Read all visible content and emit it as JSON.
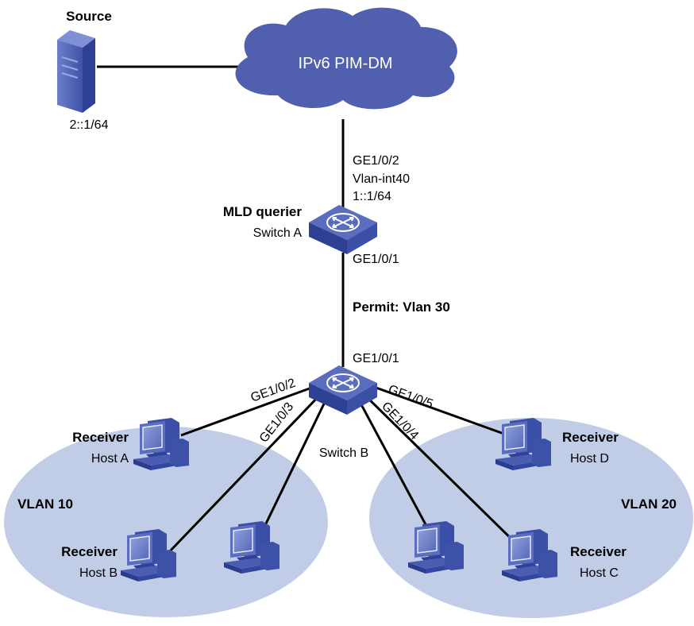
{
  "colors": {
    "cloud": "#5160AE",
    "vlan_area": "#C1CDE6",
    "device_blue": "#3B4EA8",
    "link": "#000000"
  },
  "source": {
    "title": "Source",
    "address": "2::1/64",
    "icon": "server-icon"
  },
  "cloud": {
    "label": "IPv6 PIM-DM",
    "icon": "cloud-icon"
  },
  "switch_a": {
    "role": "MLD querier",
    "name": "Switch A",
    "icon": "switch-icon",
    "uplink_port": "GE1/0/2",
    "uplink_vlan": "Vlan-int40",
    "uplink_address": "1::1/64",
    "downlink_port": "GE1/0/1"
  },
  "trunk_label": "Permit: Vlan 30",
  "switch_b": {
    "name": "Switch B",
    "icon": "switch-icon",
    "uplink_port": "GE1/0/1",
    "ports": [
      "GE1/0/2",
      "GE1/0/3",
      "GE1/0/4",
      "GE1/0/5"
    ]
  },
  "vlans": [
    {
      "label": "VLAN 10"
    },
    {
      "label": "VLAN 20"
    }
  ],
  "hosts": [
    {
      "role": "Receiver",
      "name": "Host A",
      "icon": "pc-icon"
    },
    {
      "role": "Receiver",
      "name": "Host B",
      "icon": "pc-icon"
    },
    {
      "role": "",
      "name": "",
      "icon": "pc-icon"
    },
    {
      "role": "",
      "name": "",
      "icon": "pc-icon"
    },
    {
      "role": "Receiver",
      "name": "Host C",
      "icon": "pc-icon"
    },
    {
      "role": "Receiver",
      "name": "Host D",
      "icon": "pc-icon"
    }
  ]
}
